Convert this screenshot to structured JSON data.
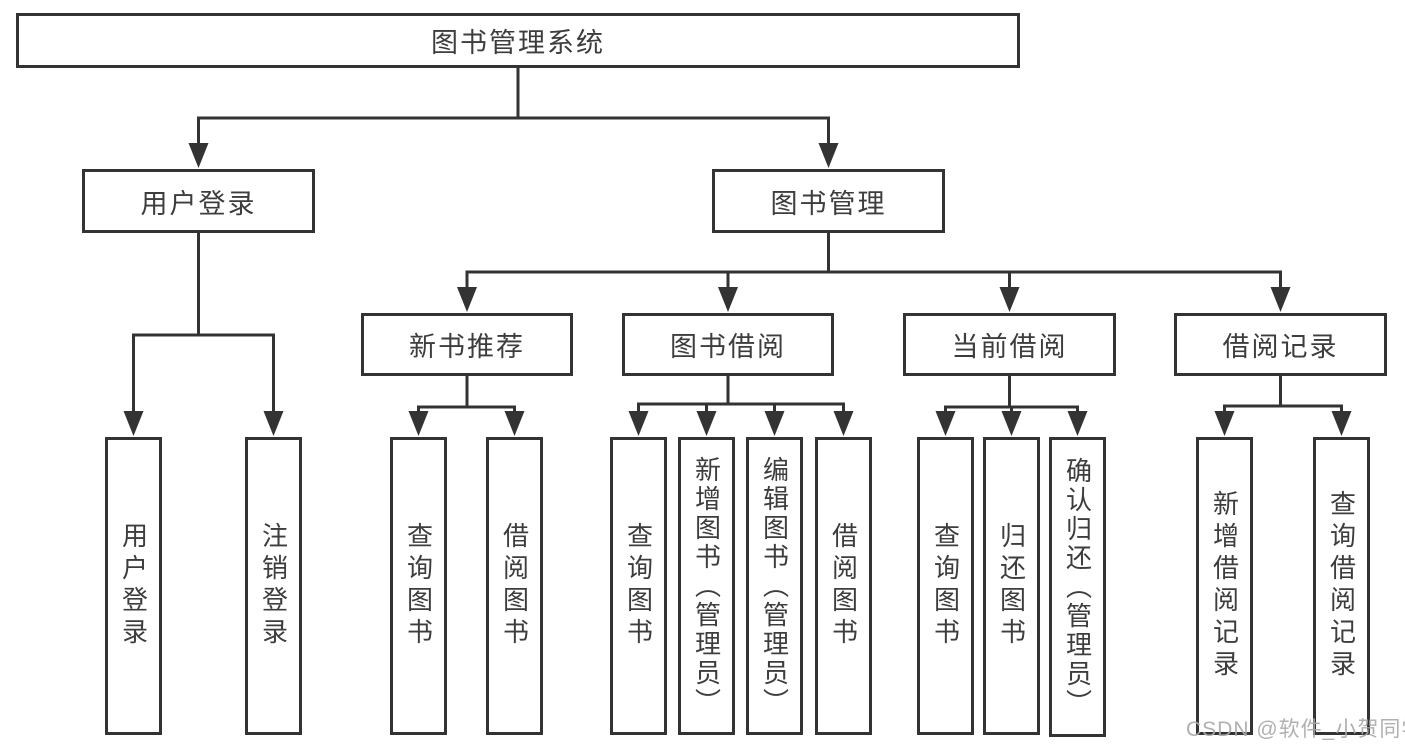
{
  "diagram": {
    "root": {
      "label": "图书管理系统"
    },
    "level2": {
      "login": {
        "label": "用户登录"
      },
      "management": {
        "label": "图书管理"
      }
    },
    "level3": {
      "new_books": {
        "label": "新书推荐"
      },
      "book_borrow": {
        "label": "图书借阅"
      },
      "current_borrow": {
        "label": "当前借阅"
      },
      "borrow_records": {
        "label": "借阅记录"
      }
    },
    "leaves": {
      "user_login": {
        "label": "用户登录"
      },
      "logout_login": {
        "label": "注销登录"
      },
      "newbooks_query": {
        "label": "查询图书"
      },
      "newbooks_borrow": {
        "label": "借阅图书"
      },
      "borrow_query": {
        "label": "查询图书"
      },
      "borrow_add_admin": {
        "label": "新增图书（管理员）"
      },
      "borrow_edit_admin": {
        "label": "编辑图书（管理员）"
      },
      "borrow_borrow": {
        "label": "借阅图书"
      },
      "current_query": {
        "label": "查询图书"
      },
      "current_return": {
        "label": "归还图书"
      },
      "current_confirm_admin": {
        "label": "确认归还（管理员）"
      },
      "records_add": {
        "label": "新增借阅记录"
      },
      "records_query": {
        "label": "查询借阅记录"
      }
    }
  },
  "watermark": {
    "text": "CSDN @软件_小贺同学"
  },
  "colors": {
    "line": "#333333",
    "text": "#3d3d3d",
    "watermark": "#aaaaaa",
    "background": "#ffffff"
  }
}
